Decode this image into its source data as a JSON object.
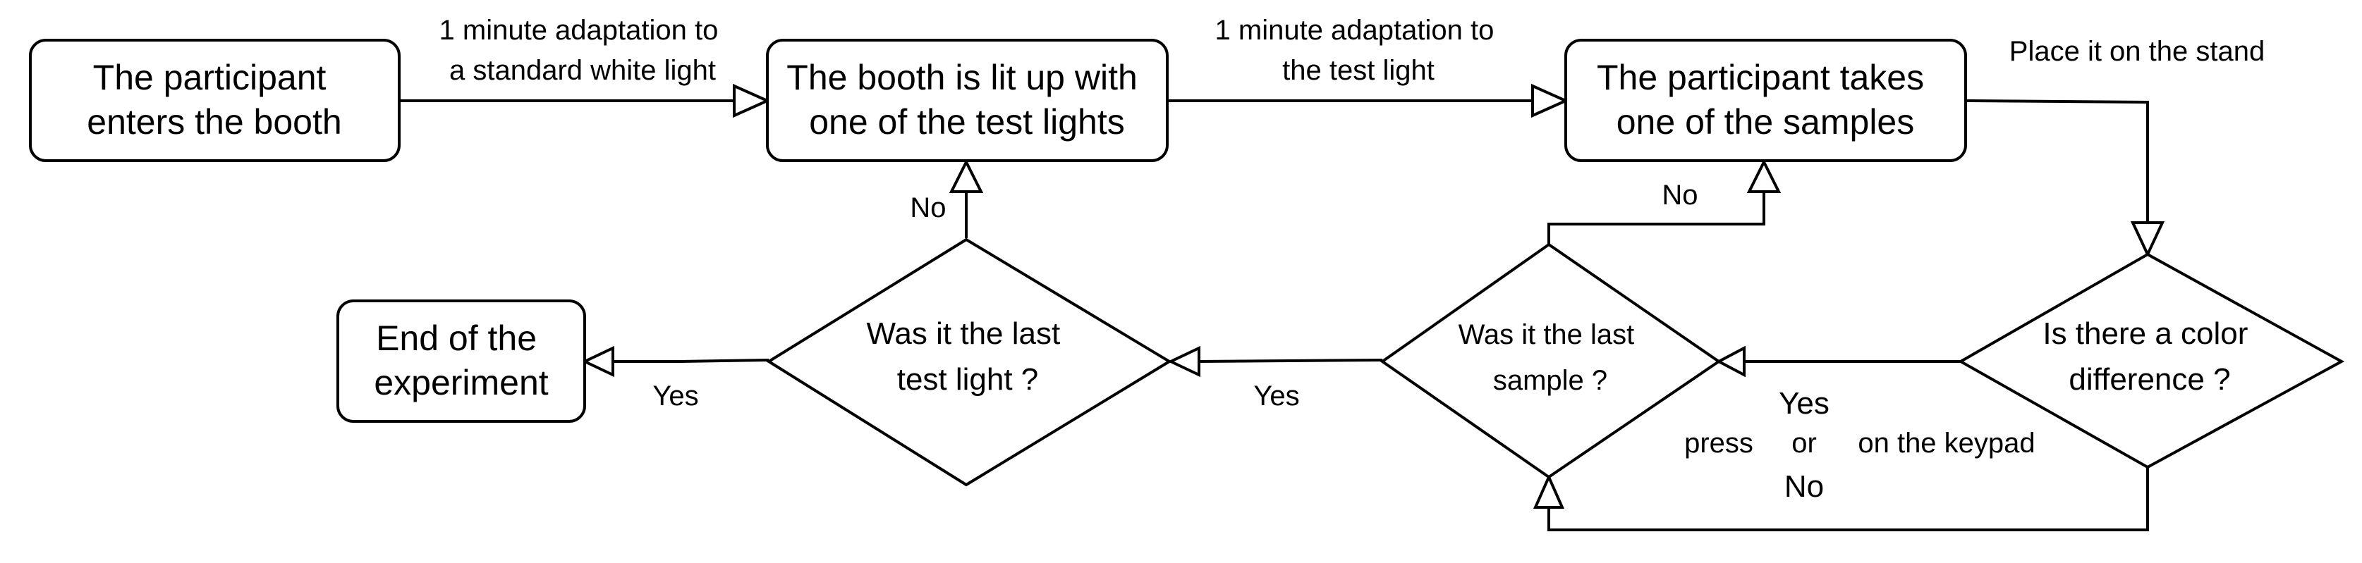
{
  "nodes": {
    "enter": {
      "lines": [
        "The participant",
        "enters the booth"
      ]
    },
    "lit": {
      "lines": [
        "The booth is lit up with",
        "one of the test lights"
      ]
    },
    "takes": {
      "lines": [
        "The participant takes",
        "one of the samples"
      ]
    },
    "end": {
      "lines": [
        "End of the",
        "experiment"
      ]
    },
    "q_last_light": {
      "lines": [
        "Was it the last",
        "test light ?"
      ]
    },
    "q_last_sample": {
      "lines": [
        "Was it the last",
        "sample ?"
      ]
    },
    "q_color": {
      "lines": [
        "Is there a color",
        "difference ?"
      ]
    }
  },
  "edges": {
    "enter_to_lit": {
      "lines": [
        "1 minute adaptation to",
        "a standard white light"
      ]
    },
    "lit_to_takes": {
      "lines": [
        "1 minute adaptation to",
        "the test light"
      ]
    },
    "takes_to_color": {
      "label": "Place it on the stand"
    },
    "light_no": {
      "label": "No"
    },
    "light_yes": {
      "label": "Yes"
    },
    "sample_no": {
      "label": "No"
    },
    "sample_yes": {
      "label": "Yes"
    },
    "color_answer": {
      "yes": "Yes",
      "press": "press",
      "or": "or",
      "keypad": "on the keypad",
      "no": "No"
    }
  }
}
